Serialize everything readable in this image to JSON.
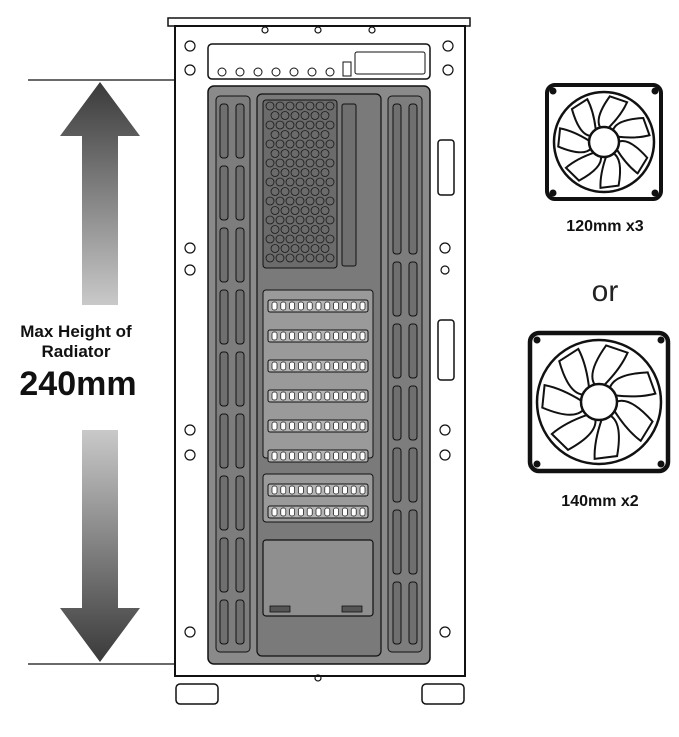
{
  "radiator": {
    "label_line1": "Max Height of",
    "label_line2": "Radiator",
    "value": "240mm"
  },
  "fans": [
    {
      "label": "120mm x3"
    },
    {
      "label": "140mm x2"
    }
  ],
  "separator": "or",
  "colors": {
    "arrow_dark": "#3a3a3a",
    "arrow_light": "#cfcfcf",
    "panel_gray": "#8a8a8a",
    "outline": "#111111"
  }
}
